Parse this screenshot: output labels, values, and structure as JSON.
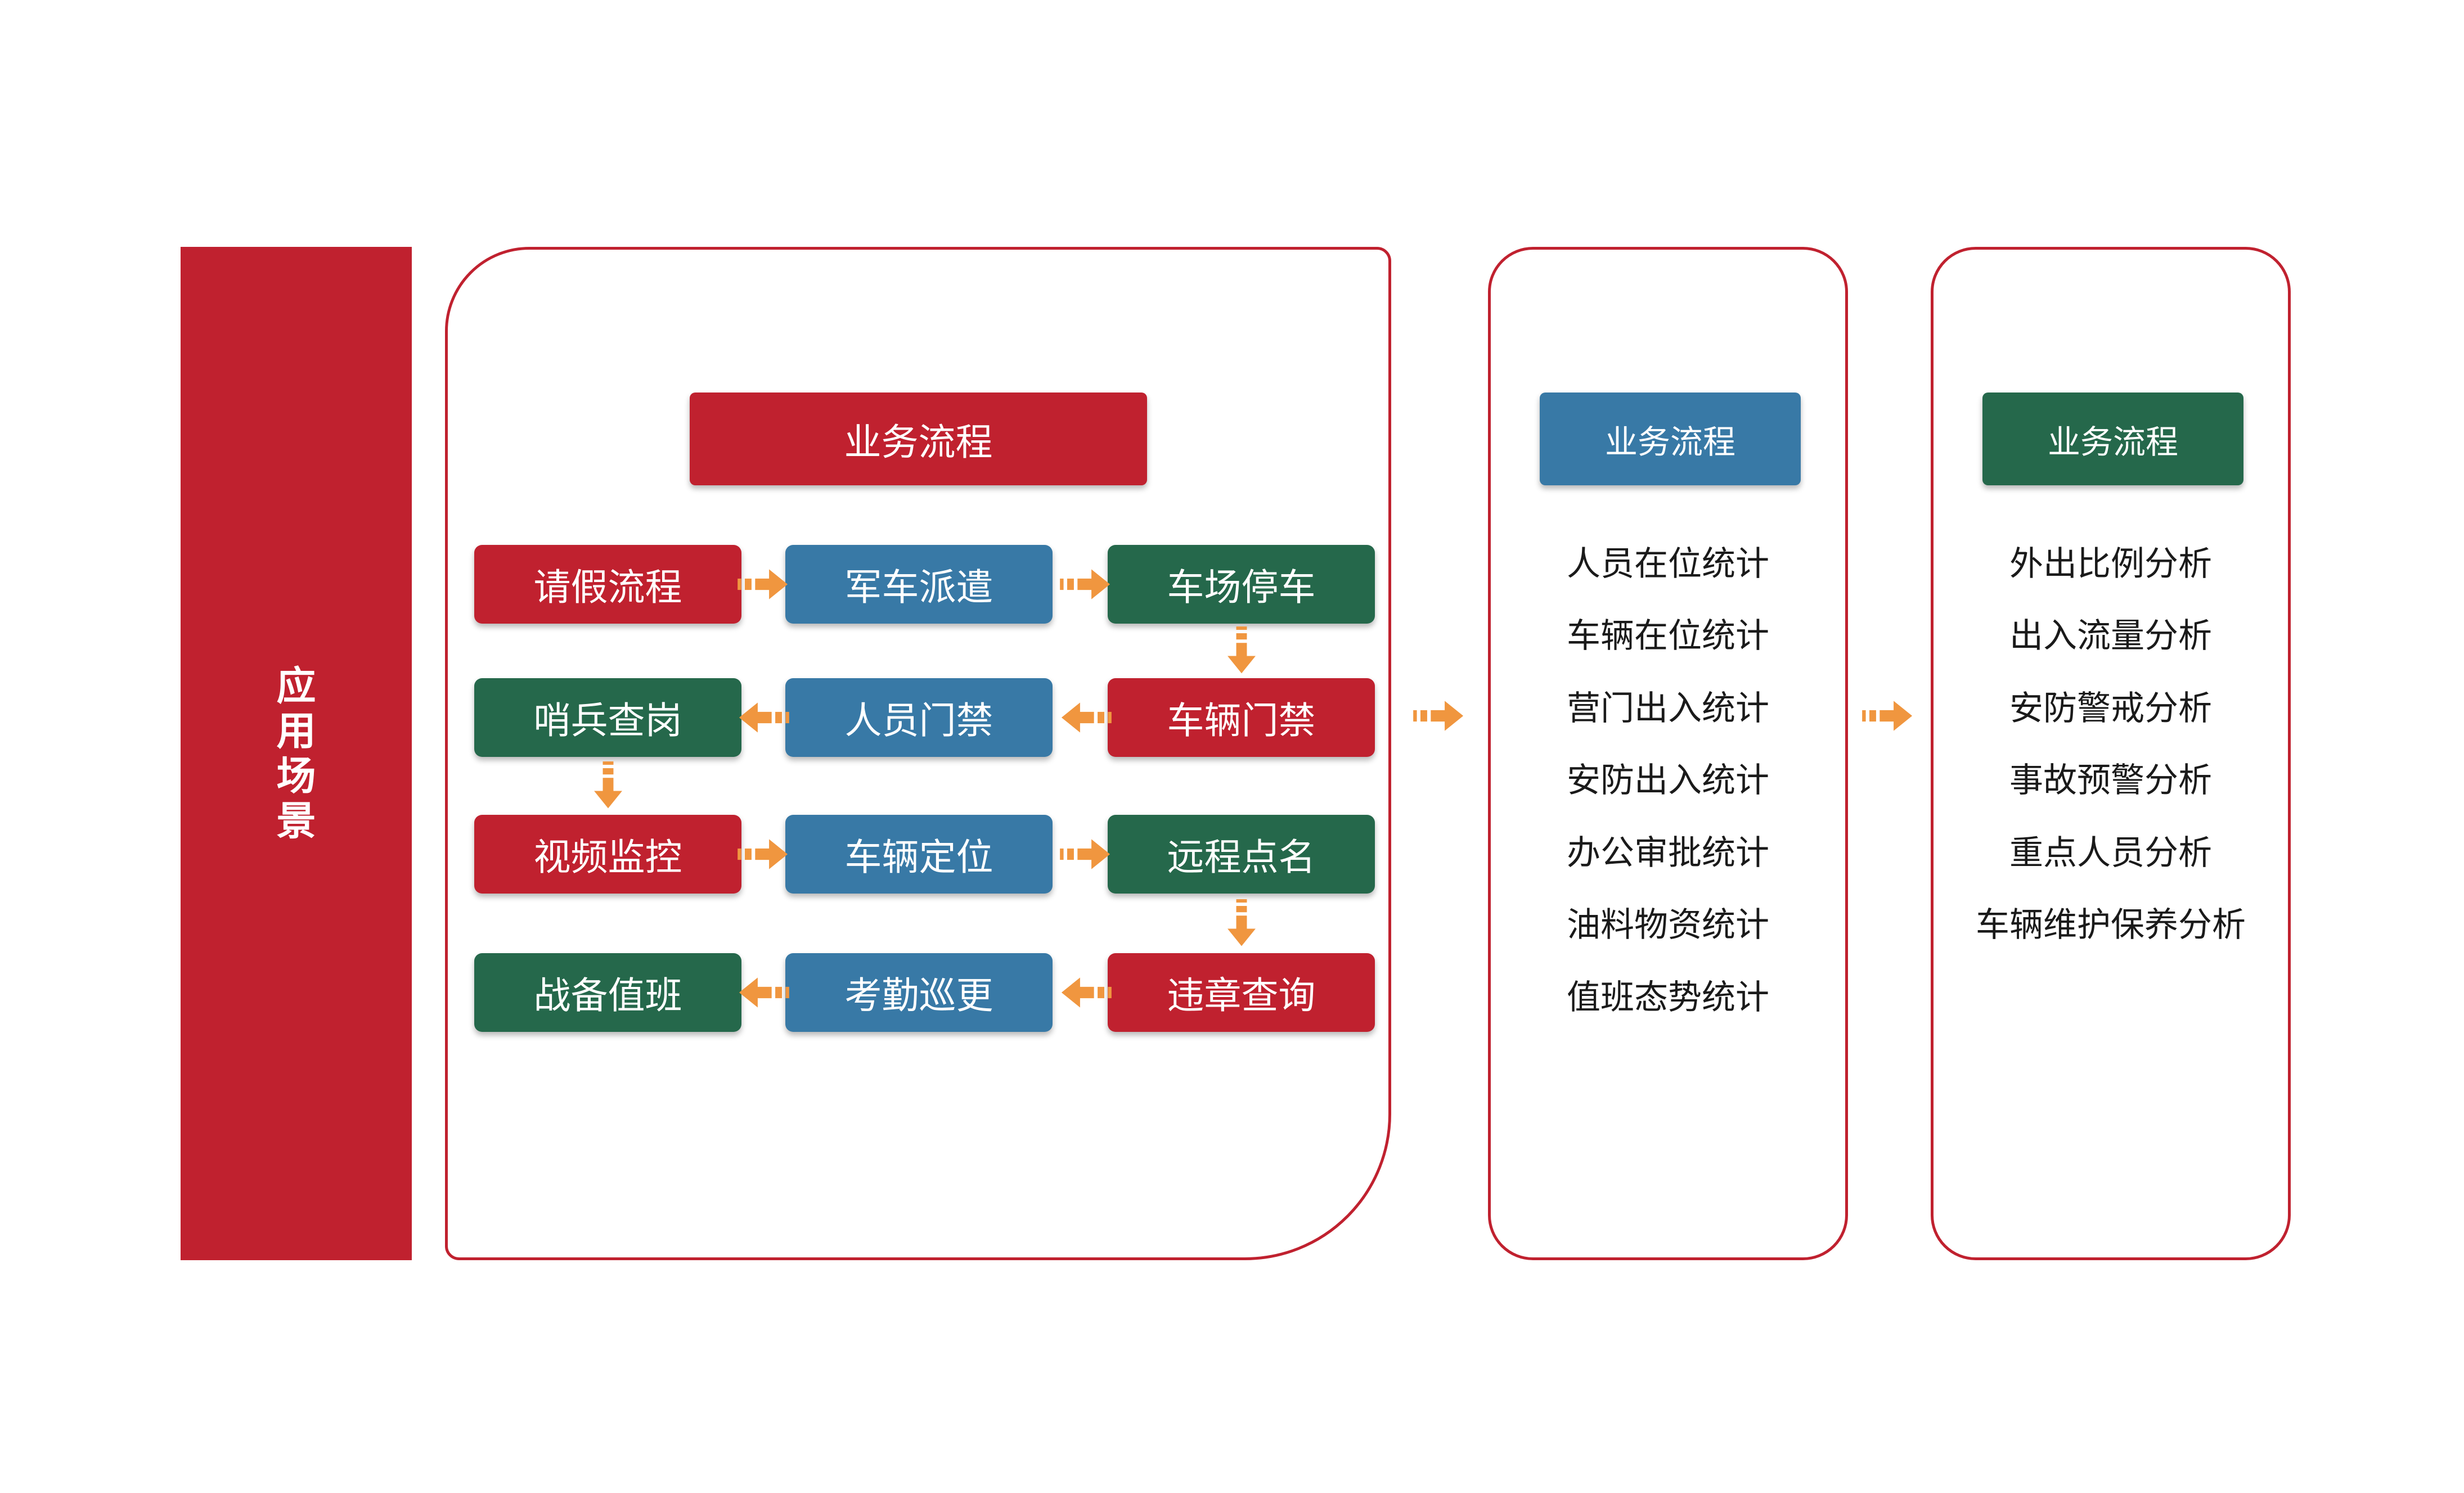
{
  "colors": {
    "red": "#C0212F",
    "blue": "#3879A6",
    "green": "#25684B",
    "orange": "#F0963F",
    "panel_border": "#C0212F",
    "list_text": "#1a1a1a"
  },
  "icons": {
    "flow_connector": "striped-right-arrow",
    "row_connector": "striped-right-arrow / striped-left-arrow",
    "column_connector": "striped-down-arrow"
  },
  "sidebar": {
    "label": "应用场景"
  },
  "flow_panel": {
    "header": "业务流程",
    "header_color": "red",
    "row_directions": [
      "right",
      "left",
      "right",
      "left"
    ],
    "grid": [
      [
        {
          "label": "请假流程",
          "color": "red"
        },
        {
          "label": "军车派遣",
          "color": "blue"
        },
        {
          "label": "车场停车",
          "color": "green"
        }
      ],
      [
        {
          "label": "哨兵查岗",
          "color": "green"
        },
        {
          "label": "人员门禁",
          "color": "blue"
        },
        {
          "label": "车辆门禁",
          "color": "red"
        }
      ],
      [
        {
          "label": "视频监控",
          "color": "red"
        },
        {
          "label": "车辆定位",
          "color": "blue"
        },
        {
          "label": "远程点名",
          "color": "green"
        }
      ],
      [
        {
          "label": "战备值班",
          "color": "green"
        },
        {
          "label": "考勤巡更",
          "color": "blue"
        },
        {
          "label": "违章查询",
          "color": "red"
        }
      ]
    ],
    "down_arrows": [
      {
        "after_row": 1,
        "col": 3
      },
      {
        "after_row": 2,
        "col": 1
      },
      {
        "after_row": 3,
        "col": 3
      }
    ]
  },
  "stats_panel": {
    "header": "业务流程",
    "header_color": "blue",
    "items": [
      "人员在位统计",
      "车辆在位统计",
      "营门出入统计",
      "安防出入统计",
      "办公审批统计",
      "油料物资统计",
      "值班态势统计"
    ]
  },
  "analysis_panel": {
    "header": "业务流程",
    "header_color": "green",
    "items": [
      "外出比例分析",
      "出入流量分析",
      "安防警戒分析",
      "事故预警分析",
      "重点人员分析",
      "车辆维护保养分析"
    ]
  }
}
